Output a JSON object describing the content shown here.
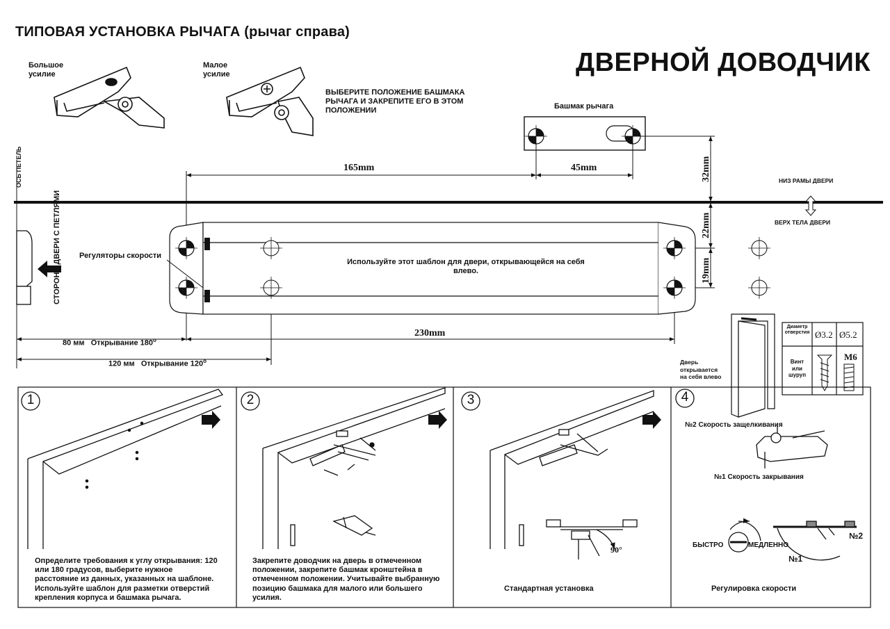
{
  "header": {
    "title": "ТИПОВАЯ УСТАНОВКА РЫЧАГА (рычаг справа)",
    "product": "ДВЕРНОЙ ДОВОДЧИК"
  },
  "force": {
    "big": "Большое\nусилие",
    "small": "Малое\nусилие",
    "instruction": "ВЫБЕРИТЕ ПОЛОЖЕНИЕ БАШМАКА\nРЫЧАГА И ЗАКРЕПИТЕ ЕГО В ЭТОМ\nПОЛОЖЕНИИ"
  },
  "shoe": {
    "label": "Башмак рычага"
  },
  "axes": {
    "hinge_axis": "ОСЬ ПЕТЕЛЬ",
    "hinge_side": "СТОРОНА ДВЕРИ С\nПЕТЛЯМИ",
    "frame_bottom": "НИЗ РАМЫ ДВЕРИ",
    "door_top": "ВЕРХ ТЕЛА ДВЕРИ"
  },
  "dimensions": {
    "d165": "165mm",
    "d45": "45mm",
    "d32": "32mm",
    "d22": "22mm",
    "d19": "19mm",
    "d230": "230mm",
    "d80_value": "80 мм",
    "d80_label": "Открывание 180",
    "d120_value": "120 мм",
    "d120_label": "Открывание 120",
    "degree": "o"
  },
  "template": {
    "speed_regulators": "Регуляторы скорости",
    "use_text": "Используйте этот шаблон для двери, открывающейся на себя\nвлево."
  },
  "door_note": "Дверь\nоткрывается\nна себя влево",
  "hole_table": {
    "diameter_header": "Диаметр\nотверстия",
    "screw_header": "Винт\nили\nшуруп",
    "d1": "Ø3.2",
    "d2": "Ø5.2",
    "m6": "M6"
  },
  "steps": [
    {
      "num": "1",
      "text": "Определите требования к углу открывания: 120\nили 180 градусов, выберите нужное\nрасстояние из данных, указанных на шаблоне.\nИспользуйте шаблон для разметки отверстий\nкрепления корпуса и башмака рычага."
    },
    {
      "num": "2",
      "text": "Закрепите доводчик на дверь в отмеченном\nположении, закрепите башмак кронштейна в\nотмеченном положении. Учитывайте выбранную\nпозицию башмака для малого или большего\nусилия."
    },
    {
      "num": "3",
      "text": "Стандартная установка",
      "angle": "90°"
    },
    {
      "num": "4",
      "text": "Регулировка скорости",
      "speed2": "№2 Скорость защелкивания",
      "speed1": "№1 Скорость закрывания",
      "fast": "БЫСТРО",
      "slow": "МЕДЛЕННО",
      "n1": "№1",
      "n2": "№2"
    }
  ]
}
